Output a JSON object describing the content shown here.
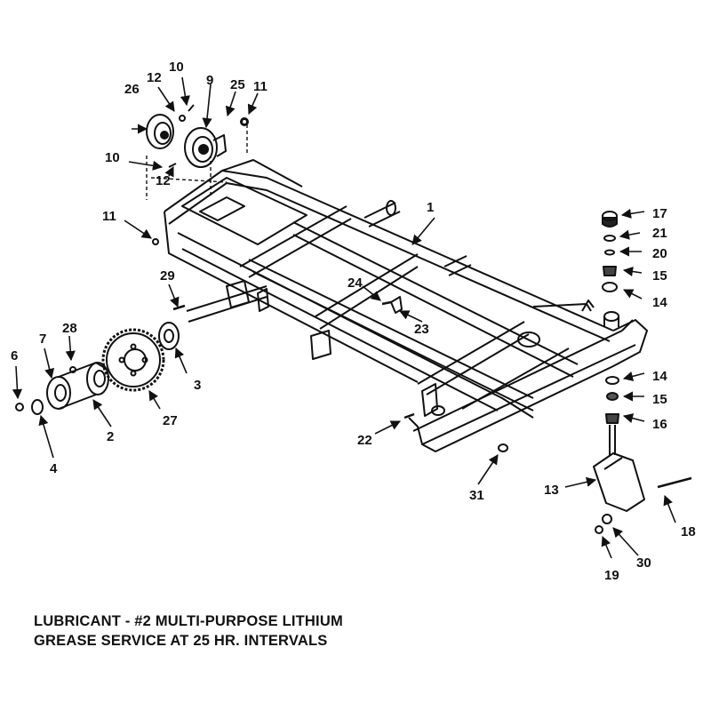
{
  "callouts": {
    "c1": "1",
    "c2": "2",
    "c3": "3",
    "c4": "4",
    "c6": "6",
    "c7": "7",
    "c9": "9",
    "c10a": "10",
    "c10b": "10",
    "c11a": "11",
    "c11b": "11",
    "c12a": "12",
    "c12b": "12",
    "c13": "13",
    "c14a": "14",
    "c14b": "14",
    "c15a": "15",
    "c15b": "15",
    "c16": "16",
    "c17": "17",
    "c18": "18",
    "c19": "19",
    "c20": "20",
    "c21": "21",
    "c22": "22",
    "c23": "23",
    "c24": "24",
    "c25": "25",
    "c26": "26",
    "c27": "27",
    "c28": "28",
    "c29": "29",
    "c30": "30",
    "c31": "31"
  },
  "caption": {
    "line1": "LUBRICANT - #2 MULTI-PURPOSE LITHIUM",
    "line2": "GREASE SERVICE AT 25 HR. INTERVALS"
  }
}
